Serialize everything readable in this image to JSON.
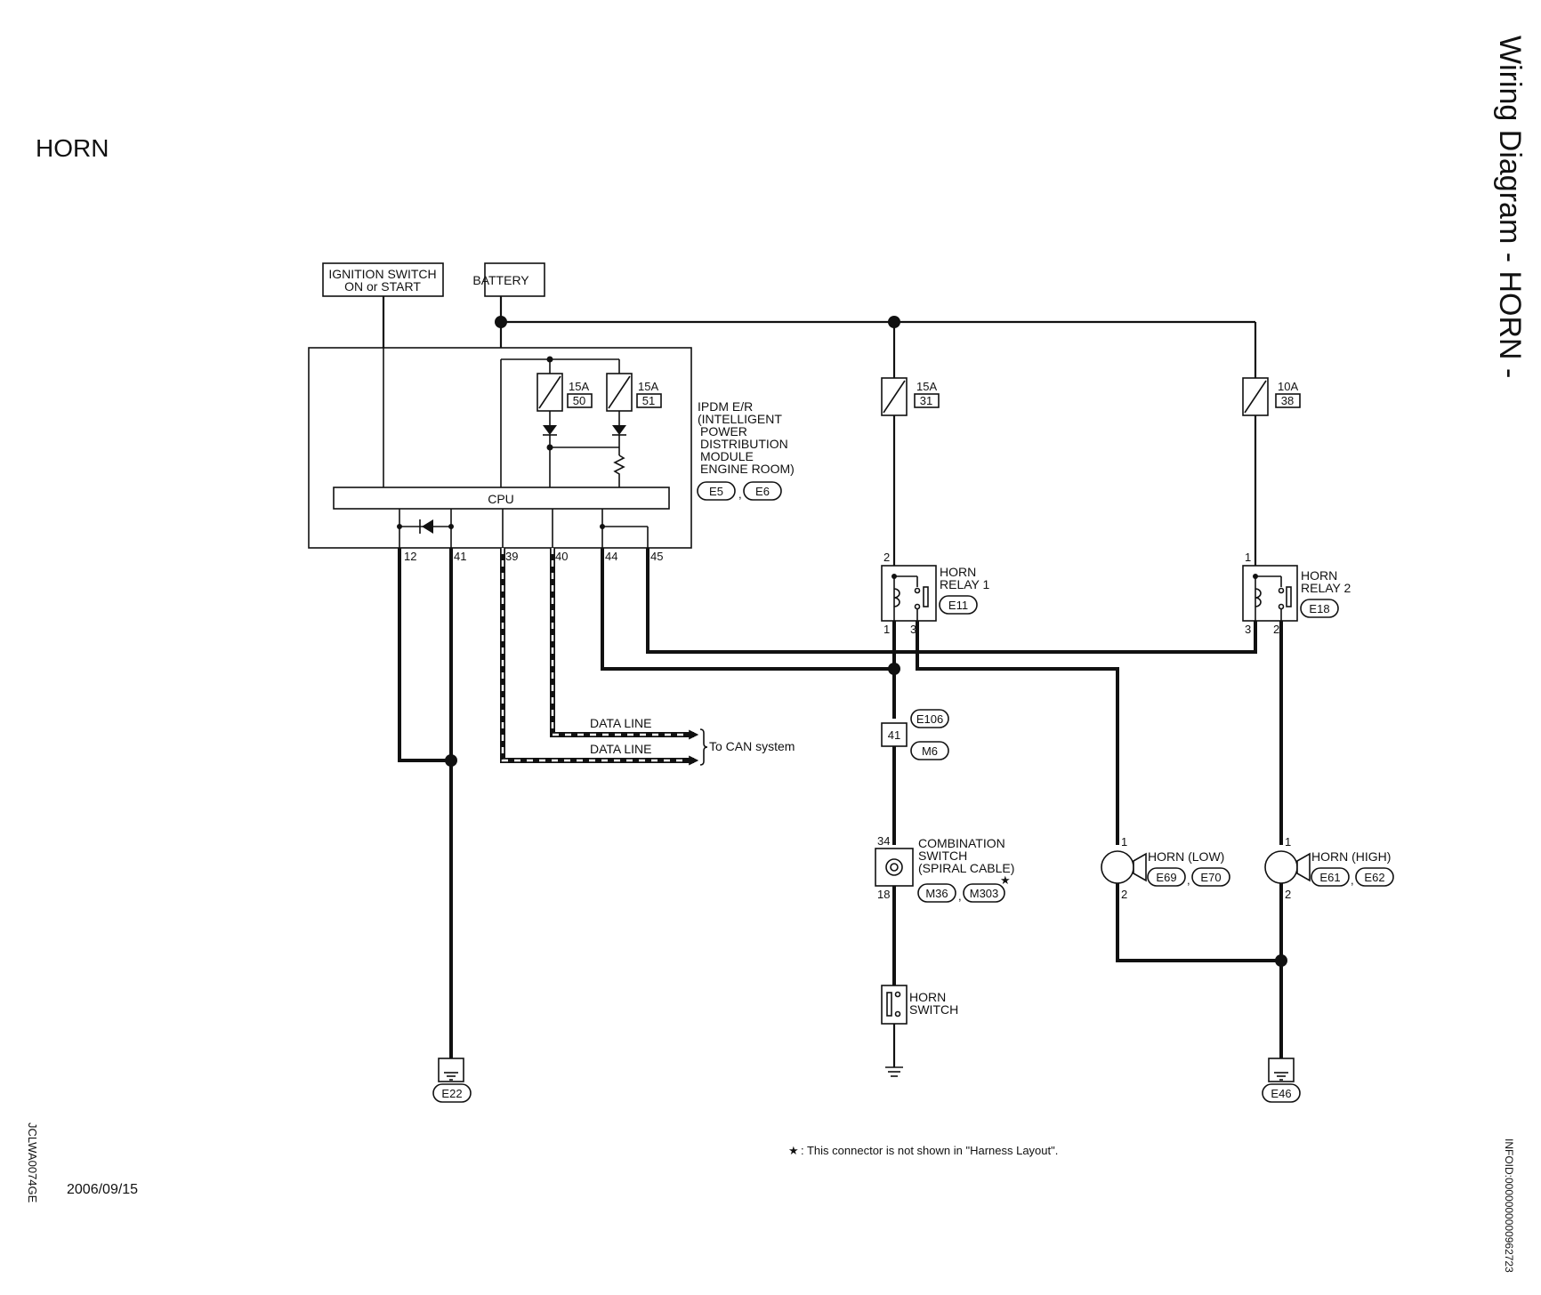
{
  "page": {
    "title": "HORN",
    "side_title": "Wiring Diagram - HORN -",
    "figure_code": "JCLWA0074GE",
    "date": "2006/09/15",
    "info_id": "INFOID:0000000000962723",
    "footnote_mark": "★",
    "footnote": ": This connector is not shown in \"Harness Layout\"."
  },
  "sources": {
    "ignition_line1": "IGNITION SWITCH",
    "ignition_line2": "ON or START",
    "battery": "BATTERY"
  },
  "ipdm": {
    "label_lines": [
      "IPDM E/R",
      "(INTELLIGENT",
      "POWER",
      "DISTRIBUTION",
      "MODULE",
      "ENGINE ROOM)"
    ],
    "connectors": [
      "E5",
      "E6"
    ],
    "cpu": "CPU",
    "fuses": [
      {
        "rating": "15A",
        "number": "50"
      },
      {
        "rating": "15A",
        "number": "51"
      }
    ],
    "pins": [
      "12",
      "41",
      "39",
      "40",
      "44",
      "45"
    ]
  },
  "fuses": [
    {
      "rating": "15A",
      "number": "31"
    },
    {
      "rating": "10A",
      "number": "38"
    }
  ],
  "relays": [
    {
      "line1": "HORN",
      "line2": "RELAY 1",
      "connector": "E11",
      "pin_top": "2",
      "pin_left": "1",
      "pin_right": "3"
    },
    {
      "line1": "HORN",
      "line2": "RELAY 2",
      "connector": "E18",
      "pin_top": "1",
      "pin_left": "3",
      "pin_right": "2"
    }
  ],
  "data_lines": {
    "line1": "DATA LINE",
    "line2": "DATA LINE",
    "destination": "To CAN system"
  },
  "junction_connector": {
    "pin": "41",
    "connectors": [
      "E106",
      "M6"
    ]
  },
  "combination_switch": {
    "label_lines": [
      "COMBINATION",
      "SWITCH",
      "(SPIRAL CABLE)"
    ],
    "connectors": [
      "M36",
      "M303"
    ],
    "star": "★",
    "pin_top": "34",
    "pin_bottom": "18"
  },
  "horn_switch": {
    "line1": "HORN",
    "line2": "SWITCH"
  },
  "horns": [
    {
      "label": "HORN (LOW)",
      "connectors": [
        "E69",
        "E70"
      ],
      "pin_top": "1",
      "pin_bottom": "2"
    },
    {
      "label": "HORN (HIGH)",
      "connectors": [
        "E61",
        "E62"
      ],
      "pin_top": "1",
      "pin_bottom": "2"
    }
  ],
  "grounds": [
    "E22",
    "E46"
  ],
  "separator": ","
}
